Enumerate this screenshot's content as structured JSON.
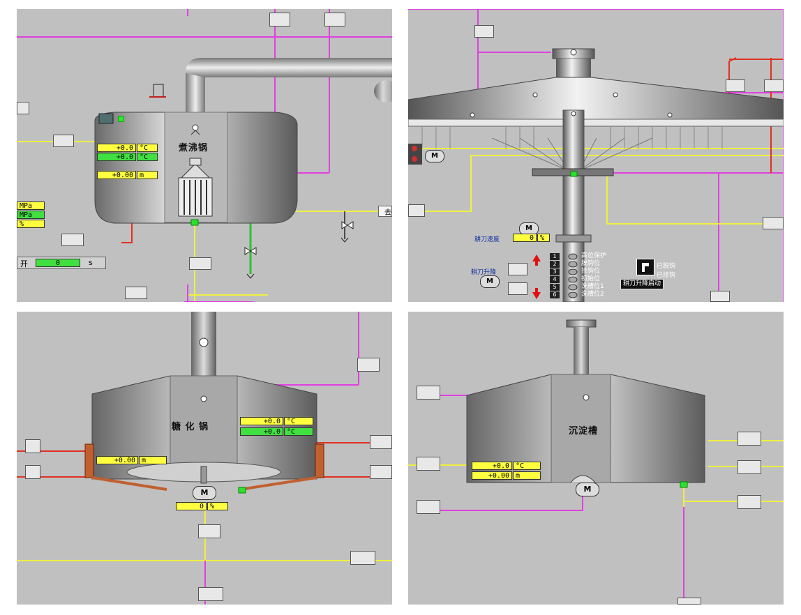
{
  "colors": {
    "bg": "#c0c0c0",
    "pipe_magenta": "#e040e0",
    "pipe_yellow": "#f0f040",
    "pipe_red": "#e03020",
    "pipe_green": "#30c030",
    "vessel": "#9a9a9a"
  },
  "boil": {
    "title": "煮沸锅",
    "temp1_val": "+0.0",
    "temp1_unit": "°C",
    "temp2_val": "+0.0",
    "temp2_unit": "°C",
    "level_val": "+0.00",
    "level_unit": "m",
    "mpa1": "MPa",
    "mpa2": "MPa",
    "pct": "%",
    "open_label": "开",
    "open_val": "0",
    "open_unit": "s",
    "cut_text": "去"
  },
  "lauter": {
    "motor": "M",
    "speed_label": "耕刀速度",
    "speed_val": "0",
    "speed_unit": "%",
    "lift_label": "耕刀升降",
    "numbers": [
      "1",
      "2",
      "3",
      "4",
      "5",
      "6"
    ],
    "positions": [
      "高位保护",
      "脱钩位",
      "挂钩位",
      "初始位",
      "洗槽位1",
      "洗槽位2"
    ],
    "state1": "已脱钩",
    "state2": "已挂钩",
    "start_label": "耕刀升降启动"
  },
  "mash": {
    "title": "糖 化 锅",
    "temp1_val": "+0.0",
    "temp1_unit": "°C",
    "temp2_val": "+0.0",
    "temp2_unit": "°C",
    "level_val": "+0.00",
    "level_unit": "m",
    "motor": "M",
    "speed_val": "0",
    "speed_unit": "%"
  },
  "whirl": {
    "title": "沉淀槽",
    "temp_val": "+0.0",
    "temp_unit": "°C",
    "level_val": "+0.00",
    "level_unit": "m",
    "motor": "M"
  }
}
